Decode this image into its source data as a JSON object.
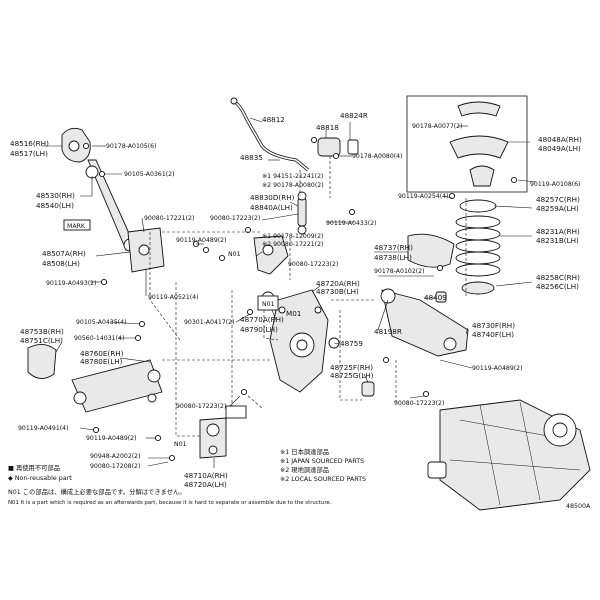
{
  "labels": {
    "l48516": "48516(RH)",
    "l48517": "48517(LH)",
    "l48530": "48530(RH)",
    "l48540": "48540(LH)",
    "mark": "MARK",
    "l90178a": "90178-A0105(6)",
    "l90105a": "90105-A0361(2)",
    "l90080a": "90080-17221(2)",
    "l48507": "48507A(RH)",
    "l48508": "48508(LH)",
    "l90119a": "90119-A0493(2)",
    "l90119b": "90119-A0521(4)",
    "l90119c": "90119-A0489(2)",
    "l48812": "48812",
    "l48835": "48835",
    "l94151": "※1 94151-21241(2)",
    "l90178b": "※2 90178-A0080(2)",
    "l48818": "48818",
    "l48824": "48824R",
    "l90178c": "90178-A0080(4)",
    "l48830": "48830D(RH)",
    "l48840": "48840A(LH)",
    "l90080b": "90080-17223(2)",
    "l90119d": "90119-A0433(2)",
    "l90178d": "※1 90178-12009(2)",
    "l90080c": "※2 90080-17221(2)",
    "n01a": "N01",
    "n01b": "N01",
    "n01c": "N01",
    "l90080d": "90080-17223(2)",
    "l90301": "90301-A0417(2)",
    "l48770": "48770A(RH)",
    "l48790": "48790(LH)",
    "l48737": "48737(RH)",
    "l48738": "48738(LH)",
    "l90178e": "90178-A0102(2)",
    "l48720": "48720A(RH)",
    "l48730": "48730B(LH)",
    "m01": "M01",
    "l48198": "48198R",
    "l48759": "48759",
    "l48725": "48725F(RH)",
    "l48726": "48725G(LH)",
    "l48409": "48409",
    "l48753": "48753B(RH)",
    "l48751": "48751C(LH)",
    "l90105b": "90105-A0435(4)",
    "l90560": "90560-14031(4)",
    "l48760": "48760E(RH)",
    "l48780": "48780E(LH)",
    "l90119e": "90119-A0491(4)",
    "l90119f": "90119-A0489(2)",
    "l90080e": "90080-17223(2)",
    "l90948": "90948-A2002(2)",
    "l90080f": "90080-17208(2)",
    "l48710": "48710A(RH)",
    "l48720b": "48720A(LH)",
    "l90080g": "90080-17223(2)",
    "l90178f": "90178-A0077(2)",
    "l48048": "48048A(RH)",
    "l48049": "48049A(LH)",
    "l90119g": "90119-A0108(6)",
    "l90119h": "90119-A0254(4)",
    "l48257": "48257C(RH)",
    "l48259": "48259A(LH)",
    "l48231": "48231A(RH)",
    "l48231b": "48231B(LH)",
    "l48258": "48258C(RH)",
    "l48256": "48256C(LH)",
    "l48730d": "48730F(RH)",
    "l48740": "48740F(LH)",
    "l90119i": "90119-A0489(2)"
  },
  "notes": {
    "n1": "※1 日本調達部品",
    "n1b": "※1 JAPAN SOURCED PARTS",
    "n2": "※2 現地調達部品",
    "n2b": "※2 LOCAL SOURCED PARTS",
    "legend1": "■ 再使用不可部品",
    "legend2": "◆ Non-reusable part",
    "foot1": "N01 この部品は、構成上必要な部品です。分解はできません。",
    "foot2": "N01 It is a part which is required as an afterwards part, because it is hard to separate or assemble due to the structure.",
    "fig": "48500A"
  }
}
